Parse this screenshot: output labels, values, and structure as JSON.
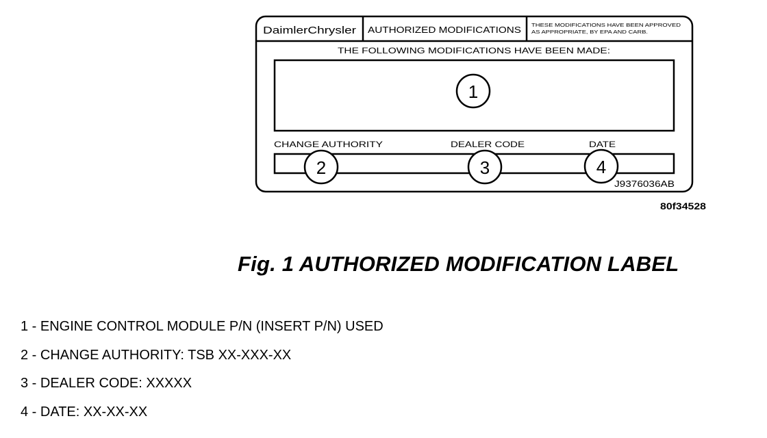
{
  "label": {
    "brand": "DaimlerChrysler",
    "title": "AUTHORIZED MODIFICATIONS",
    "approval_note_line1": "THESE MODIFICATIONS HAVE BEEN APPROVED",
    "approval_note_line2": "AS APPROPRIATE, BY EPA AND CARB.",
    "heading": "THE FOLLOWING MODIFICATIONS HAVE BEEN MADE:",
    "field_change_authority": "CHANGE AUTHORITY",
    "field_dealer_code": "DEALER CODE",
    "field_date": "DATE",
    "label_part_number": "J9376036AB",
    "callouts": [
      "1",
      "2",
      "3",
      "4"
    ]
  },
  "figure_id": "80f34528",
  "caption": "Fig. 1 AUTHORIZED MODIFICATION LABEL",
  "legend": [
    "1 - ENGINE CONTROL MODULE P/N (INSERT P/N) USED",
    "2 - CHANGE AUTHORITY: TSB XX-XXX-XX",
    "3 - DEALER CODE: XXXXX",
    "4 - DATE: XX-XX-XX"
  ]
}
